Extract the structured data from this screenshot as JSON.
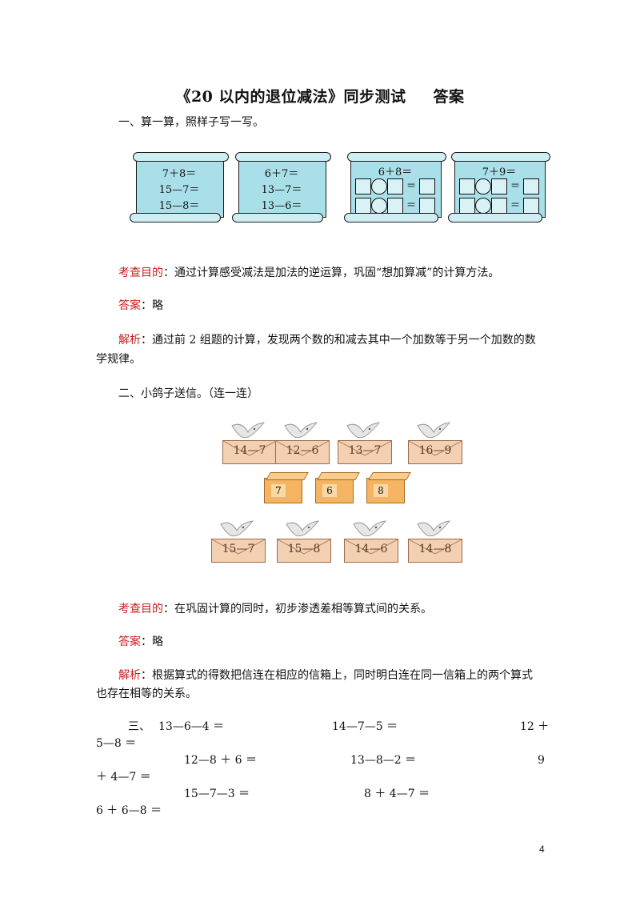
{
  "title": "《20 以内的退位减法》同步测试",
  "title_answer": "答案",
  "q1": {
    "heading": "一、算一算，照样子写一写。",
    "scrolls": [
      {
        "lines": [
          "7＋8＝",
          "15—7＝",
          "15—8＝"
        ]
      },
      {
        "lines": [
          "6＋7＝",
          "13—7＝",
          "13—6＝"
        ]
      },
      {
        "line1": "6＋8＝",
        "eq": "＝"
      },
      {
        "line1": "7＋9＝",
        "eq": "＝"
      }
    ],
    "goal_label": "考查目的",
    "goal_text": "：通过计算感受减法是加法的逆运算，巩固“想加算减”的计算方法。",
    "answer_label": "答案",
    "answer_text": "：略",
    "analysis_label": "解析",
    "analysis_text_1": "：通过前 2 组题的计算，发现两个数的和减去其中一个加数等于另一个加数的数",
    "analysis_text_2": "学规律。"
  },
  "q2": {
    "heading": "二、小鸽子送信。（连一连）",
    "top_envelopes": [
      "14—7",
      "12—6",
      "13—7",
      "16—9"
    ],
    "mailboxes": [
      "7",
      "6",
      "8"
    ],
    "bottom_envelopes": [
      "15—7",
      "15—8",
      "14—6",
      "14—8"
    ],
    "goal_label": "考查目的",
    "goal_text": "：在巩固计算的同时，初步渗透差相等算式间的关系。",
    "answer_label": "答案",
    "answer_text": "：略",
    "analysis_label": "解析",
    "analysis_text_1": "：根据算式的得数把信连在相应的信箱上，同时明白连在同一信箱上的两个算式",
    "analysis_text_2": "也存在相等的关系。"
  },
  "q3": {
    "label": "三、",
    "r1a": "13—6—4 ＝",
    "r1b": "14—7—5 ＝",
    "r1c": "12 ＋",
    "r1d": "5—8 ＝",
    "r2a": "12—8 ＋ 6 ＝",
    "r2b": "13—8—2 ＝",
    "r2c": "9",
    "r2d": "＋ 4—7 ＝",
    "r3a": "15—7—3 ＝",
    "r3b": "8 ＋ 4—7 ＝",
    "r3c": "6 ＋ 6—8 ＝"
  },
  "page_number": "4"
}
